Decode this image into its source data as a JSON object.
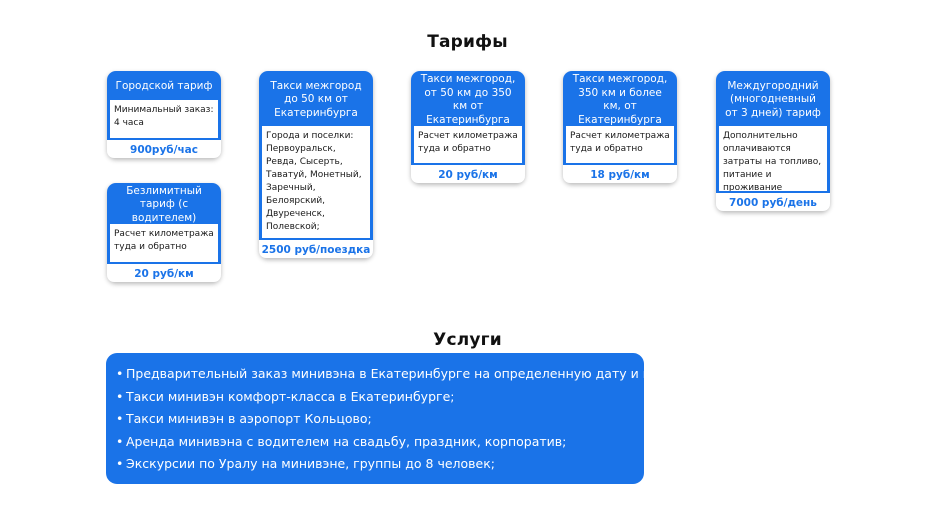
{
  "tariffs_section": {
    "title": "Тарифы",
    "cards": [
      {
        "id": "city",
        "header": "Городской тариф",
        "body": "Минимальный заказ: 4 часа",
        "price": "900руб/час"
      },
      {
        "id": "unlimited",
        "header": "Безлимитный тариф (с водителем)",
        "body": "Расчет километража туда и обратно",
        "price": "20 руб/км"
      },
      {
        "id": "intercity50",
        "header": "Такси межгород до 50 км от Екатеринбурга",
        "body": "Города и поселки: Первоуральск, Ревда, Сысерть, Таватуй, Монетный, Заречный, Белоярский, Двуреченск, Полевской;",
        "price": "2500 руб/поездка"
      },
      {
        "id": "intercity50_350",
        "header": "Такси межгород, от 50 км до 350 км от Екатеринбурга",
        "body": "Расчет километража туда и обратно",
        "price": "20 руб/км"
      },
      {
        "id": "intercity350",
        "header": "Такси межгород, 350 км и более км, от Екатеринбурга",
        "body": "Расчет километража туда и обратно",
        "price": "18 руб/км"
      },
      {
        "id": "multiday",
        "header": "Междугородний (многодневный от 3 дней) тариф",
        "body": "Дополнительно оплачиваются затраты на топливо, питание и проживание водителя",
        "price": "7000 руб/день"
      }
    ]
  },
  "services_section": {
    "title": "Услуги",
    "bullet": "•",
    "items": [
      "Предварительный заказ минивэна в Екатеринбурге на определенную дату и время;",
      "Такси минивэн комфорт-класса в Екатеринбурге;",
      "Такси минивэн в аэропорт Кольцово;",
      "Аренда минивэна с водителем на свадьбу, праздник, корпоратив;",
      "Экскурсии по Уралу на минивэне, группы до 8 человек;"
    ]
  },
  "colors": {
    "accent": "#1a73e8",
    "text": "#111111",
    "background": "#ffffff"
  }
}
